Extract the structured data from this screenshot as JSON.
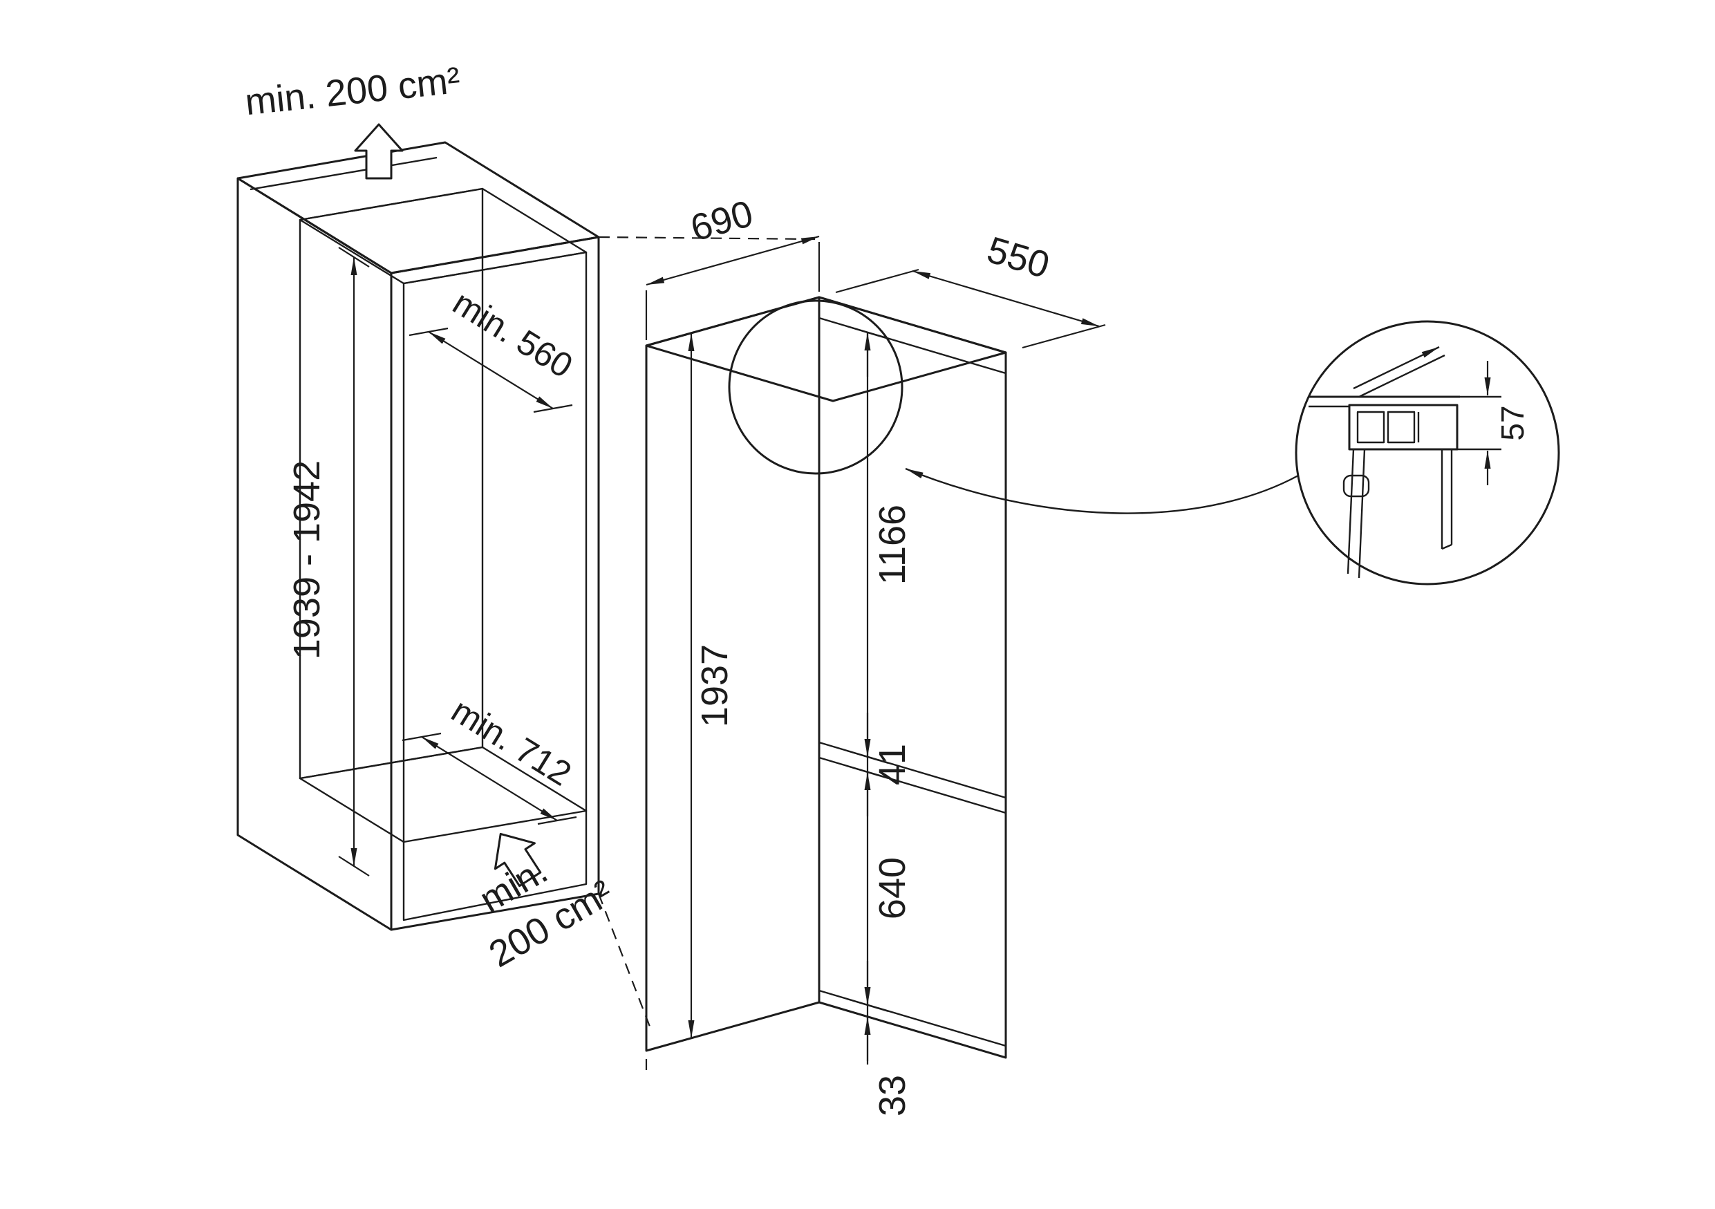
{
  "diagram": {
    "kind": "built-in appliance installation dimensions",
    "colors": {
      "line": "#1c1c1c",
      "background": "#ffffff"
    },
    "ventilation": {
      "top_label": "min. 200 cm²",
      "bottom_label_line1": "min.",
      "bottom_label_line2": "200 cm²"
    },
    "niche": {
      "height": "1939 - 1942",
      "depth_top": "min. 560",
      "depth_bottom": "min. 712"
    },
    "appliance": {
      "depth": "690",
      "width": "550",
      "height": "1937",
      "upper_door_height": "1166",
      "door_gap": "41",
      "lower_door_height": "640",
      "floor_clearance": "33"
    },
    "detail": {
      "hinge_height": "57"
    }
  }
}
